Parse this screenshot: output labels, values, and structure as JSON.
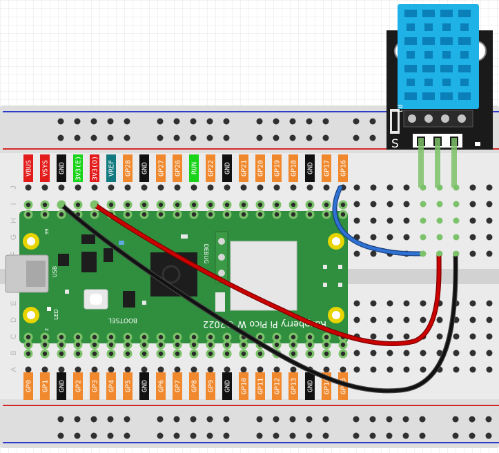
{
  "colors": {
    "pin_orange": "#f0892e",
    "pin_black": "#111111",
    "pin_red": "#e31b1b",
    "pin_green": "#19d419",
    "pin_teal": "#137a7f",
    "pico_green": "#2f8f3f",
    "sensor_blue": "#1fb2e6",
    "rail_red": "#d42828",
    "rail_blue": "#2a3cc8",
    "wire_red": "#cc0000",
    "wire_black": "#111111",
    "wire_blue": "#2f72d4"
  },
  "top_pins": [
    {
      "label": "VBUS",
      "color": "red"
    },
    {
      "label": "VSYS",
      "color": "red"
    },
    {
      "label": "GND",
      "color": "black"
    },
    {
      "label": "3V3(E)",
      "color": "green"
    },
    {
      "label": "3V3(O)",
      "color": "red"
    },
    {
      "label": "VREF",
      "color": "teal"
    },
    {
      "label": "GP28",
      "color": "orange"
    },
    {
      "label": "GND",
      "color": "black"
    },
    {
      "label": "GP27",
      "color": "orange"
    },
    {
      "label": "GP26",
      "color": "orange"
    },
    {
      "label": "RUN",
      "color": "green"
    },
    {
      "label": "GP22",
      "color": "orange"
    },
    {
      "label": "GND",
      "color": "black"
    },
    {
      "label": "GP21",
      "color": "orange"
    },
    {
      "label": "GP20",
      "color": "orange"
    },
    {
      "label": "GP19",
      "color": "orange"
    },
    {
      "label": "GP18",
      "color": "orange"
    },
    {
      "label": "GND",
      "color": "black"
    },
    {
      "label": "GP17",
      "color": "orange"
    },
    {
      "label": "GP16",
      "color": "orange"
    }
  ],
  "bottom_pins": [
    {
      "label": "GP0",
      "color": "orange"
    },
    {
      "label": "GP1",
      "color": "orange"
    },
    {
      "label": "GND",
      "color": "black"
    },
    {
      "label": "GP2",
      "color": "orange"
    },
    {
      "label": "GP3",
      "color": "orange"
    },
    {
      "label": "GP4",
      "color": "orange"
    },
    {
      "label": "GP5",
      "color": "orange"
    },
    {
      "label": "GND",
      "color": "black"
    },
    {
      "label": "GP6",
      "color": "orange"
    },
    {
      "label": "GP7",
      "color": "orange"
    },
    {
      "label": "GP8",
      "color": "orange"
    },
    {
      "label": "GP9",
      "color": "orange"
    },
    {
      "label": "GND",
      "color": "black"
    },
    {
      "label": "GP10",
      "color": "orange"
    },
    {
      "label": "GP11",
      "color": "orange"
    },
    {
      "label": "GP12",
      "color": "orange"
    },
    {
      "label": "GP13",
      "color": "orange"
    },
    {
      "label": "GND",
      "color": "black"
    },
    {
      "label": "GP14",
      "color": "orange"
    },
    {
      "label": "GP15",
      "color": "orange"
    }
  ],
  "row_letters_top": [
    "J",
    "I",
    "H",
    "G",
    "F"
  ],
  "row_letters_bottom": [
    "E",
    "D",
    "C",
    "B",
    "A"
  ],
  "pico": {
    "board_name": "Raspberry Pi Pico W ©2022",
    "bootsel": "BOOTSEL",
    "usb": "USB",
    "led": "LED",
    "debug": "DEBUG",
    "pin_39": "39",
    "pin_2": "2"
  },
  "sensor": {
    "pin_s": "S",
    "r1": "R1"
  }
}
